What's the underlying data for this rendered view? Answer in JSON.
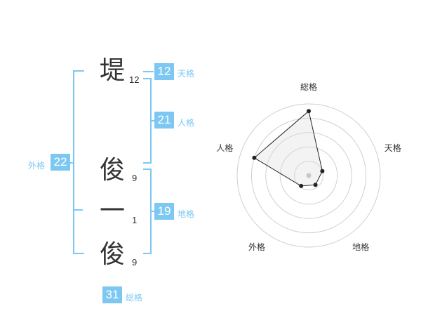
{
  "name": {
    "characters": [
      {
        "char": "堤",
        "strokes": "12"
      },
      {
        "char": "俊",
        "strokes": "9"
      },
      {
        "char": "一",
        "strokes": "1"
      },
      {
        "char": "俊",
        "strokes": "9"
      }
    ]
  },
  "kaku": {
    "tenkaku": {
      "value": "12",
      "label": "天格"
    },
    "jinkaku": {
      "value": "21",
      "label": "人格"
    },
    "chikaku": {
      "value": "19",
      "label": "地格"
    },
    "gaikaku": {
      "value": "22",
      "label": "外格"
    },
    "soukaku": {
      "value": "31",
      "label": "総格"
    }
  },
  "colors": {
    "accent": "#7cc8f2",
    "text": "#333333",
    "grid": "#d0d0d0",
    "fill": "#f0f0f0"
  },
  "chart_data": {
    "type": "radar",
    "axes": [
      "総格",
      "天格",
      "地格",
      "外格",
      "人格"
    ],
    "values": [
      4.5,
      1.0,
      0.8,
      0.9,
      4.0
    ],
    "range": [
      0,
      5
    ],
    "rings": 5,
    "grid": true
  }
}
